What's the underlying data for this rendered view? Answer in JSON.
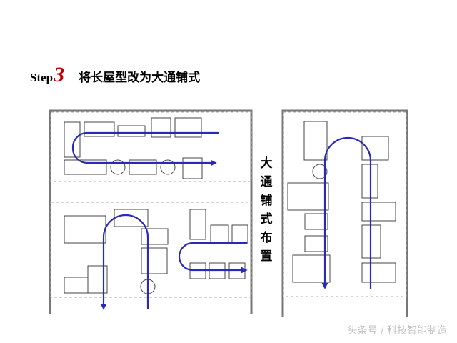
{
  "title": {
    "step_word": "Step",
    "step_number": "3",
    "text": "将长屋型改为大通铺式"
  },
  "side_label": [
    "大",
    "通",
    "铺",
    "式",
    "布",
    "置"
  ],
  "watermark": "头条号 / 科技智能制造",
  "colors": {
    "flow_arrow": "#2a2ab8",
    "step_number": "#c00000",
    "frame": "#777777",
    "machine_outline": "#444444",
    "zone_dash": "#aaaaaa"
  }
}
